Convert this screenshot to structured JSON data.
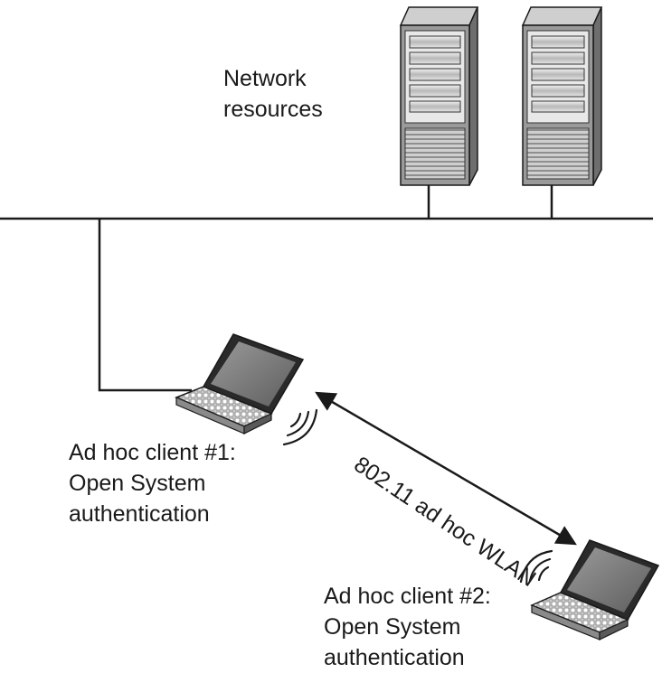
{
  "network_resources": {
    "line1": "Network",
    "line2": "resources"
  },
  "link_label": "802.11 ad hoc WLAN",
  "client1": {
    "line1": "Ad hoc client #1:",
    "line2": "Open System",
    "line3": "authentication"
  },
  "client2": {
    "line1": "Ad hoc client #2:",
    "line2": "Open System",
    "line3": "authentication"
  },
  "icons": [
    "server-tower-icon",
    "server-tower-icon",
    "laptop-icon",
    "laptop-icon",
    "wireless-signal-icon",
    "wireless-signal-icon",
    "double-arrow-icon"
  ],
  "colors": {
    "line": "#1a1a1a",
    "server_body": "#8a8a8a",
    "server_dark": "#5a5a5a",
    "laptop_screen": "#7a7a7a"
  }
}
